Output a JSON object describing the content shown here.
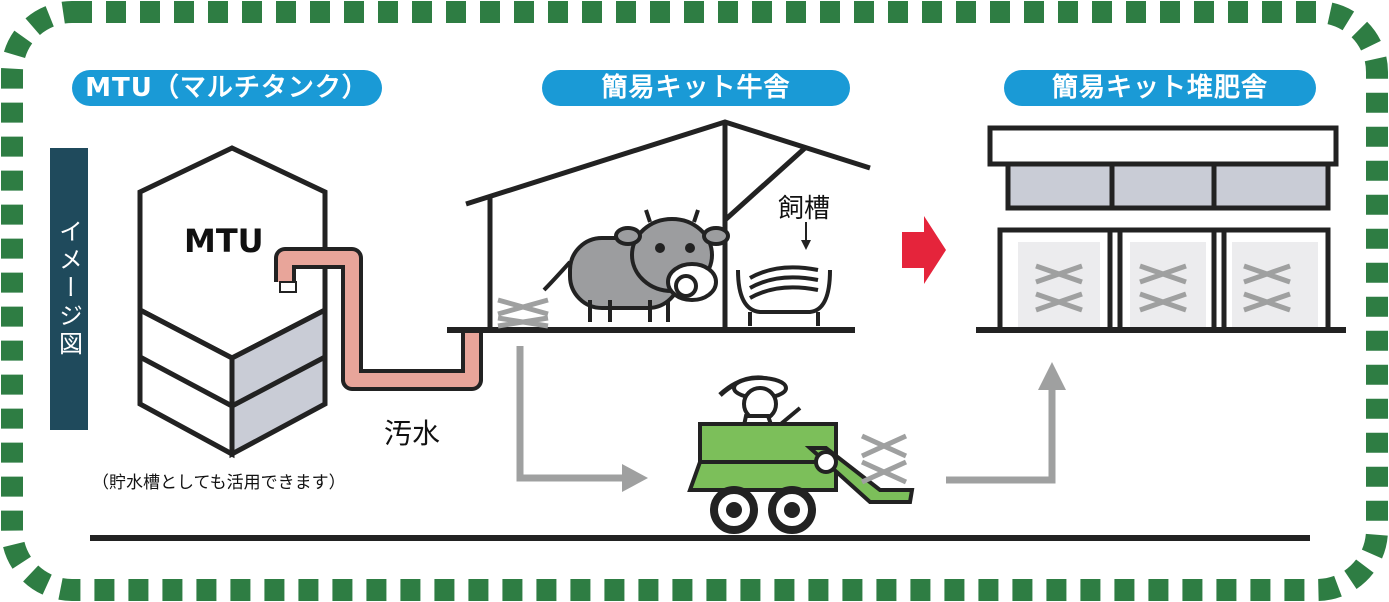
{
  "headers": {
    "mtu": "MTU（マルチタンク）",
    "barn": "簡易キット牛舎",
    "compost": "簡易キット堆肥舎"
  },
  "side_label": "イメージ図",
  "labels": {
    "tank_name": "MTU",
    "wastewater": "汚水",
    "feed_trough": "飼槽",
    "tank_note": "（貯水槽としても活用できます）"
  },
  "colors": {
    "border_green": "#2e7d43",
    "pill_blue": "#1a9ad6",
    "side_label_bg": "#1f4a5c",
    "pipe": "#e8a59a",
    "arrow_red": "#e5243b",
    "loader_green": "#7cbf5a",
    "gray": "#9fa0a0"
  },
  "icons": [
    "tank-icon",
    "cow-icon",
    "feed-trough-icon",
    "loader-icon",
    "compost-shed-icon",
    "hay-icon",
    "arrow-icon"
  ]
}
